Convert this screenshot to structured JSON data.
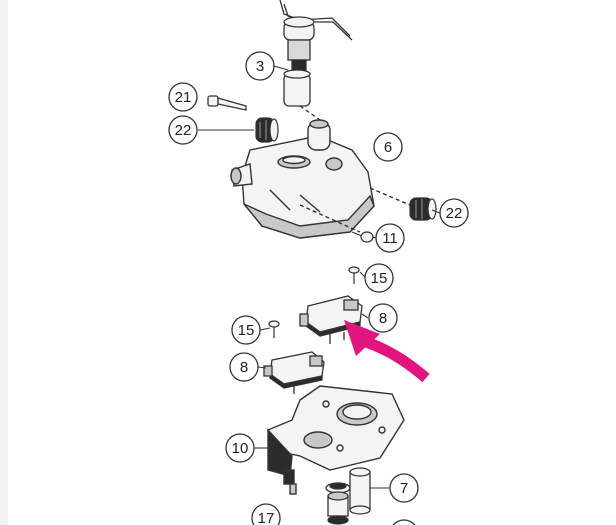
{
  "colors": {
    "line": "#333333",
    "part_fill": "#f4f4f4",
    "part_shade": "#c8c8c8",
    "part_dark": "#2b2b2b",
    "arrow": "#e2157f"
  },
  "callouts": {
    "c3": "3",
    "c21": "21",
    "c22a": "22",
    "c6": "6",
    "c22b": "22",
    "c11": "11",
    "c15a": "15",
    "c8a": "8",
    "c15b": "15",
    "c8b": "8",
    "c10": "10",
    "c7": "7",
    "c17": "17"
  },
  "highlight": {
    "icon": "arrow-icon",
    "target_callout": "8"
  }
}
